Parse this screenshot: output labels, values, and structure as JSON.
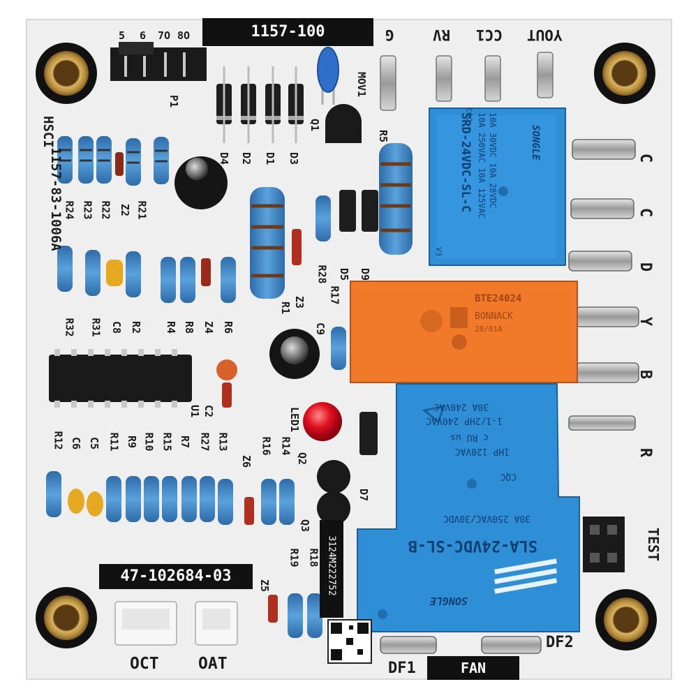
{
  "board": {
    "top_label": "1157-100",
    "bottom_id": "47-102684-03",
    "model_vertical": "1157-83-1006A",
    "brand_vertical": "HSCI",
    "serial_vertical": "3124M222752",
    "fan_label": "FAN",
    "connector_pins": [
      "5",
      "6",
      "7O",
      "8O"
    ],
    "connector_name": "P1"
  },
  "top_terminals": [
    "G",
    "RV",
    "CC1",
    "YOUT"
  ],
  "side_terminals": [
    "C",
    "C",
    "D",
    "Y",
    "B",
    "R"
  ],
  "bottom_labels": {
    "oct": "OCT",
    "oat": "OAT",
    "df1": "DF1",
    "df2": "DF2",
    "test": "TEST",
    "led": "LED1"
  },
  "component_labels": {
    "r24": "R24",
    "r23": "R23",
    "r22": "R22",
    "z2": "Z2",
    "r21": "R21",
    "r32": "R32",
    "r31": "R31",
    "c8": "C8",
    "r2": "R2",
    "r4": "R4",
    "r8": "R8",
    "z4": "Z4",
    "r6": "R6",
    "u1": "U1",
    "c2": "C2",
    "r1": "R1",
    "z3": "Z3",
    "d4": "D4",
    "d2": "D2",
    "d1": "D1",
    "d3": "D3",
    "mov1": "MOV1",
    "q1": "Q1",
    "r5": "R5",
    "r28": "R28",
    "d5": "D5",
    "d9": "D9",
    "r17": "R17",
    "c9": "C9",
    "r12": "R12",
    "c6": "C6",
    "c5": "C5",
    "r11": "R11",
    "r9": "R9",
    "r10": "R10",
    "r15": "R15",
    "r7": "R7",
    "r27": "R27",
    "r13": "R13",
    "z6": "Z6",
    "r16": "R16",
    "r14": "R14",
    "q2": "Q2",
    "q3": "Q3",
    "d7": "D7",
    "r19": "R19",
    "r18": "R18",
    "z5": "Z5"
  },
  "relay_top": {
    "brand": "SONGLE",
    "model": "SRD-24VDC-SL-C",
    "spec1": "10A 250VAC 10A 125VAC",
    "spec2": "10A 30VDC 10A 28VDC",
    "cqc": "CQC",
    "code": "V3"
  },
  "relay_middle": {
    "model": "BTE24024",
    "line2": "BONNACK",
    "line3": "20/01A"
  },
  "relay_bottom": {
    "brand": "SONGLE",
    "model": "SLA-24VDC-SL-B",
    "spec1": "30A 240VAC",
    "spec2": "1-1/2HP 240VAC",
    "spec3": "1HP 120VAC",
    "spec4": "30A 250VAC/30VDC",
    "cqc": "CQC",
    "cert": "c RU us"
  },
  "colors": {
    "pcb": "#efefef",
    "relay_blue": "#2f8fd6",
    "relay_orange": "#f07a2a",
    "resistor_blue": "#3f86c4",
    "brass": "#c9a54f",
    "led_red": "#e01020"
  }
}
